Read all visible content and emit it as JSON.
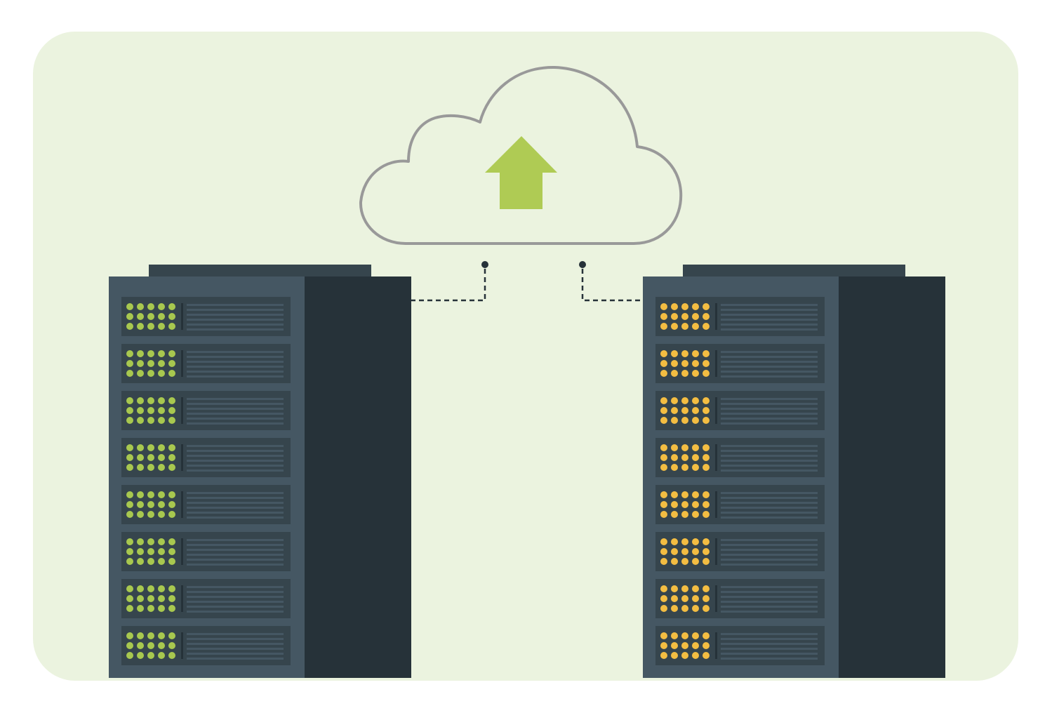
{
  "diagram": {
    "description_visible_text": "",
    "colors": {
      "background_panel": "#ebf3df",
      "cloud_stroke": "#999999",
      "cloud_fill": "#ebf3df",
      "upload_arrow": "#afcb54",
      "rack_top": "#36454d",
      "rack_front": "#455763",
      "rack_side": "#263239",
      "unit_panel": "#36454d",
      "unit_lines": "#455763",
      "led_left_rack": "#a8c84f",
      "led_right_rack": "#f3bd42",
      "connector": "#263239"
    },
    "icons": {
      "cloud": "cloud-icon",
      "upload": "upload-arrow-icon",
      "left_rack": "server-rack-icon",
      "right_rack": "server-rack-icon"
    },
    "rack_units_per_rack": 8,
    "led_grid": {
      "columns": 5,
      "rows": 3
    }
  }
}
